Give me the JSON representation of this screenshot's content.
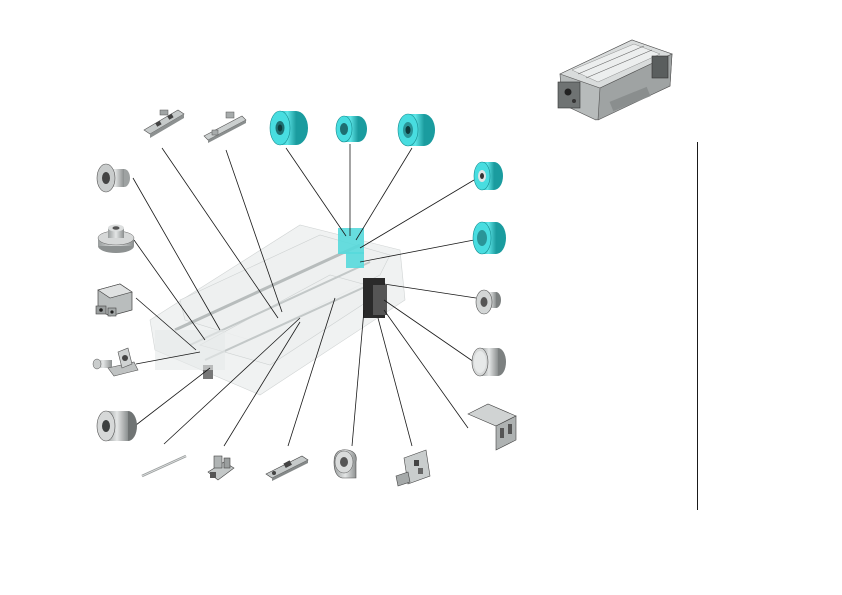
{
  "diagram": {
    "view": "exploded-parts-view",
    "parts": [
      {
        "id": "p01",
        "kind": "grey-part",
        "icon": "flanged-bushing-icon"
      },
      {
        "id": "p02",
        "kind": "grey-part",
        "icon": "gear-hub-icon"
      },
      {
        "id": "p03",
        "kind": "grey-part",
        "icon": "bracket-clip-icon"
      },
      {
        "id": "p04",
        "kind": "grey-part",
        "icon": "shaft-mount-icon"
      },
      {
        "id": "p05",
        "kind": "grey-part",
        "icon": "roller-cylinder-icon"
      },
      {
        "id": "p06",
        "kind": "grey-part",
        "icon": "guide-strip-icon"
      },
      {
        "id": "p07",
        "kind": "grey-part",
        "icon": "guide-rail-icon"
      },
      {
        "id": "p08",
        "kind": "grey-part",
        "icon": "pin-rod-icon"
      },
      {
        "id": "p09",
        "kind": "grey-part",
        "icon": "lever-clip-icon"
      },
      {
        "id": "p10",
        "kind": "grey-part",
        "icon": "sensor-bar-icon"
      },
      {
        "id": "p11",
        "kind": "grey-part",
        "icon": "cam-roller-icon"
      },
      {
        "id": "p12",
        "kind": "grey-part",
        "icon": "side-plate-icon"
      },
      {
        "id": "p13",
        "kind": "grey-part",
        "icon": "mounting-bracket-icon"
      },
      {
        "id": "p14",
        "kind": "grey-part",
        "icon": "sleeve-bushing-icon"
      },
      {
        "id": "p15",
        "kind": "grey-part",
        "icon": "collar-bushing-icon"
      },
      {
        "id": "p16",
        "kind": "cyan-part",
        "icon": "cyan-roller-small-icon"
      },
      {
        "id": "p17",
        "kind": "cyan-part",
        "icon": "cyan-roller-large-icon"
      },
      {
        "id": "p18",
        "kind": "cyan-part",
        "icon": "cyan-roller-icon"
      },
      {
        "id": "p19",
        "kind": "cyan-part",
        "icon": "cyan-roller-flanged-icon"
      },
      {
        "id": "p20",
        "kind": "cyan-part",
        "icon": "cyan-roller-round-icon"
      }
    ],
    "colors": {
      "cyan_part": "#3fd3d6",
      "cyan_shadow": "#1aa8ab",
      "grey_part": "#cfd2d2",
      "grey_dark": "#6e7272",
      "assembly_ghost": "#eef0f0",
      "leader_line": "#1a1a1a"
    },
    "inset": {
      "icon": "fuser-unit-assembly-icon"
    }
  }
}
